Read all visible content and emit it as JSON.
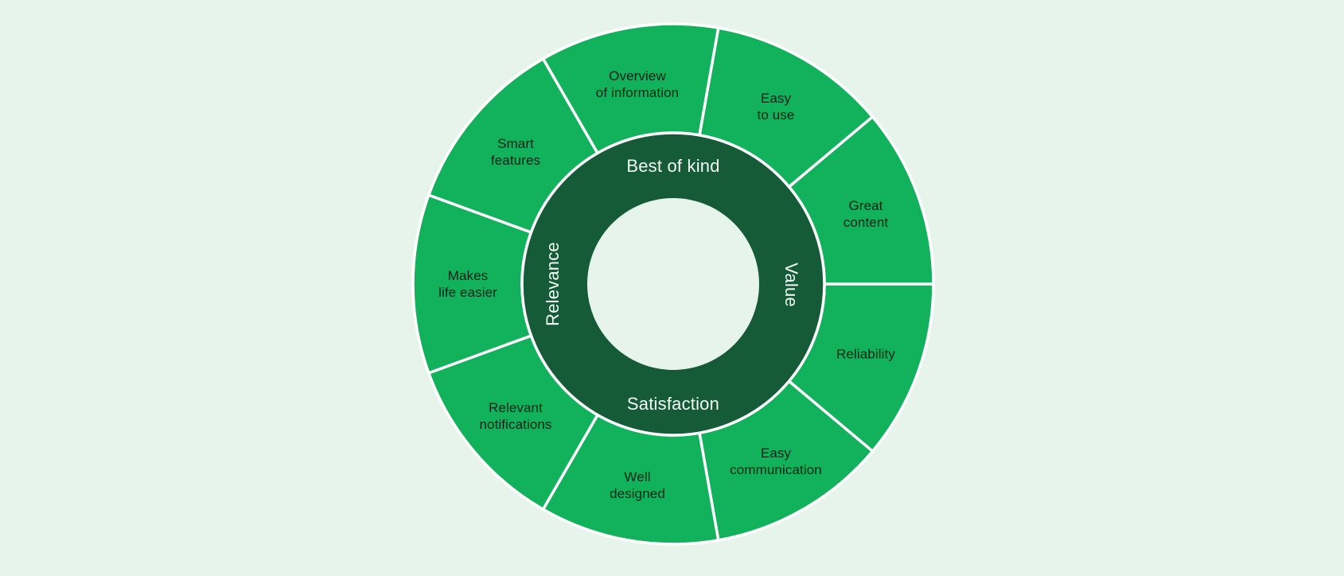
{
  "background_color": "#E7F4EC",
  "diagram": {
    "type": "circular-framework-wheel",
    "inner_ring": {
      "color": "#155B38",
      "stroke_color": "#FFFFFF",
      "text_color": "#F2F9F5",
      "labels": [
        {
          "id": "best-of-kind",
          "label": "Best of kind",
          "position": "top"
        },
        {
          "id": "value",
          "label": "Value",
          "position": "right"
        },
        {
          "id": "satisfaction",
          "label": "Satisfaction",
          "position": "bottom"
        },
        {
          "id": "relevance",
          "label": "Relevance",
          "position": "left"
        }
      ]
    },
    "outer_ring": {
      "color": "#12B15C",
      "divider_color": "#FFFFFF",
      "text_color": "#0A2417",
      "segments": [
        {
          "id": "easy-to-use",
          "label": "Easy\nto use"
        },
        {
          "id": "great-content",
          "label": "Great\ncontent"
        },
        {
          "id": "reliability",
          "label": "Reliability"
        },
        {
          "id": "easy-communication",
          "label": "Easy\ncommunication"
        },
        {
          "id": "well-designed",
          "label": "Well\ndesigned"
        },
        {
          "id": "relevant-notifications",
          "label": "Relevant\nnotifications"
        },
        {
          "id": "makes-life-easier",
          "label": "Makes\nlife easier"
        },
        {
          "id": "smart-features",
          "label": "Smart\nfeatures"
        },
        {
          "id": "overview-of-information",
          "label": "Overview\nof information"
        }
      ]
    }
  }
}
